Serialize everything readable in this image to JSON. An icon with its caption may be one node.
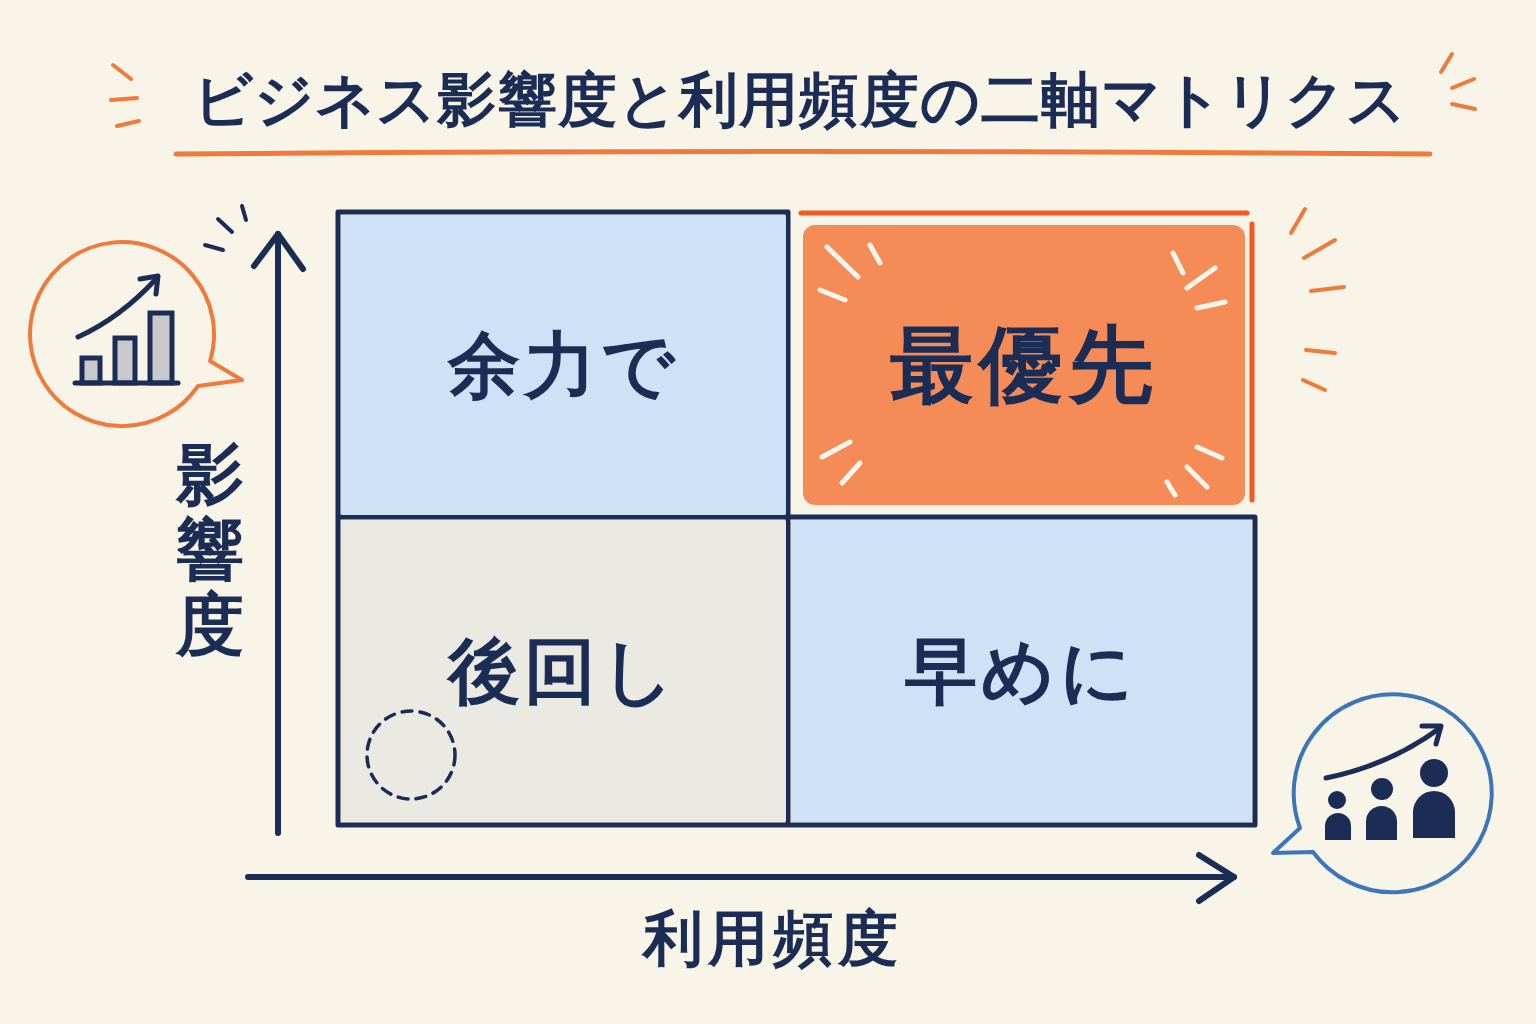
{
  "diagram": {
    "title": "ビジネス影響度と利用頻度の二軸マトリクス",
    "nodes": [
      {
        "text": [
          "余力で"
        ]
      },
      {
        "text": [
          "最優先"
        ]
      },
      {
        "text": [
          "後回し"
        ]
      },
      {
        "text": [
          "早めに"
        ]
      }
    ],
    "labels": [
      "影響度",
      "利用頻度"
    ]
  }
}
